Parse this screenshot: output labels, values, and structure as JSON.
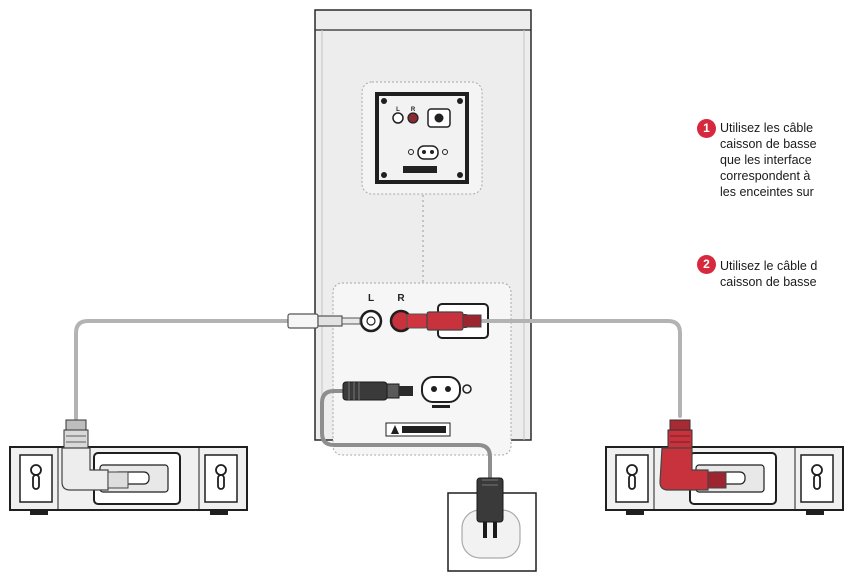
{
  "colors": {
    "accent_red": "#d6293e",
    "cable_red": "#c8323c",
    "cable_grey": "#b8b8b8",
    "panel": "#efefef",
    "outline": "#2a2a2a"
  },
  "panel": {
    "jack_left_label": "L",
    "jack_right_label": "R",
    "mini_left_label": "L",
    "mini_right_label": "R"
  },
  "steps": [
    {
      "number": "1",
      "lines": [
        "Utilisez les câble",
        "caisson de basse",
        "que les interface",
        "correspondent à",
        "les enceintes sur"
      ]
    },
    {
      "number": "2",
      "lines": [
        "Utilisez le câble d",
        "caisson de basse"
      ]
    }
  ],
  "icons": {
    "left_speaker": "speaker-rear-icon",
    "right_speaker": "speaker-rear-icon",
    "outlet": "wall-outlet-icon",
    "power_plug": "power-plug-icon",
    "rca_left": "rca-plug-grey-icon",
    "rca_right": "rca-plug-red-icon"
  }
}
